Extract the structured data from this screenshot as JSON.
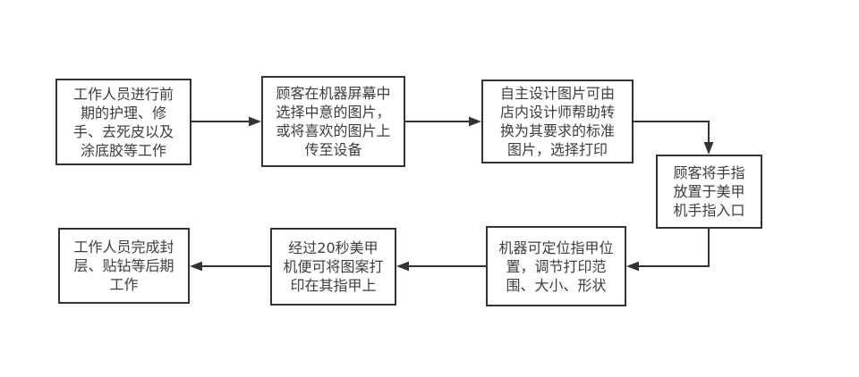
{
  "diagram": {
    "type": "flowchart",
    "background": "#ffffff",
    "stroke_color": "#333333",
    "text_color": "#3d3d3d",
    "nodes": [
      {
        "id": "step-1",
        "text": "工作人员进行前\n期的护理、修\n手、去死皮以及\n涂底胶等工作"
      },
      {
        "id": "step-2",
        "text": "顾客在机器屏幕中\n选择中意的图片，\n或将喜欢的图片上\n传至设备"
      },
      {
        "id": "step-3",
        "text": "自主设计图片可由\n店内设计师帮助转\n换为其要求的标准\n图片，选择打印"
      },
      {
        "id": "step-4",
        "text": "顾客将手指\n放置于美甲\n机手指入口"
      },
      {
        "id": "step-5",
        "text": "机器可定位指甲位\n置，调节打印范\n围、大小、形状"
      },
      {
        "id": "step-6",
        "text": "经过20秒美甲\n机便可将图案打\n印在其指甲上"
      },
      {
        "id": "step-7",
        "text": "工作人员完成封\n层、贴钻等后期\n工作"
      }
    ],
    "edges": [
      {
        "from": "step-1",
        "to": "step-2",
        "style": "straight-right-arrow"
      },
      {
        "from": "step-2",
        "to": "step-3",
        "style": "straight-right-arrow"
      },
      {
        "from": "step-3",
        "to": "step-4",
        "style": "elbow-right-then-down-arrow"
      },
      {
        "from": "step-4",
        "to": "step-5",
        "style": "elbow-down-then-left-arrow"
      },
      {
        "from": "step-5",
        "to": "step-6",
        "style": "straight-left-arrow"
      },
      {
        "from": "step-6",
        "to": "step-7",
        "style": "straight-left-arrow"
      }
    ]
  }
}
